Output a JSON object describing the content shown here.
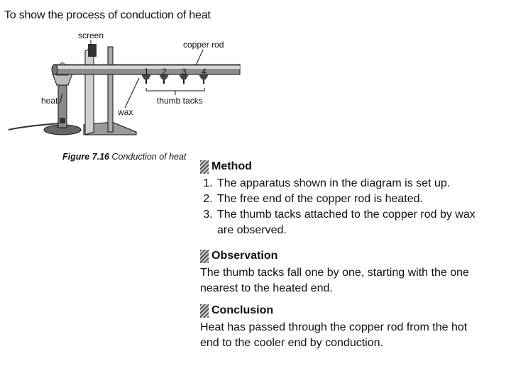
{
  "title": "To show the process of conduction of heat",
  "figure": {
    "labels": {
      "screen": "screen",
      "copper_rod": "copper rod",
      "heat": "heat",
      "wax": "wax",
      "thumb_tacks": "thumb tacks"
    },
    "tack_numbers": [
      "1",
      "2",
      "3",
      "4"
    ],
    "caption_label": "Figure 7.16",
    "caption_text": "Conduction of heat"
  },
  "method": {
    "heading": "Method",
    "steps": [
      "The apparatus shown in the diagram is set up.",
      "The free end of the copper rod is heated.",
      "The thumb tacks attached to the copper rod by wax are observed."
    ]
  },
  "observation": {
    "heading": "Observation",
    "text": "The thumb tacks fall one by one, starting with the one nearest to the heated end."
  },
  "conclusion": {
    "heading": "Conclusion",
    "text": "Heat has passed through the copper rod from the hot end to the cooler end by conduction."
  }
}
